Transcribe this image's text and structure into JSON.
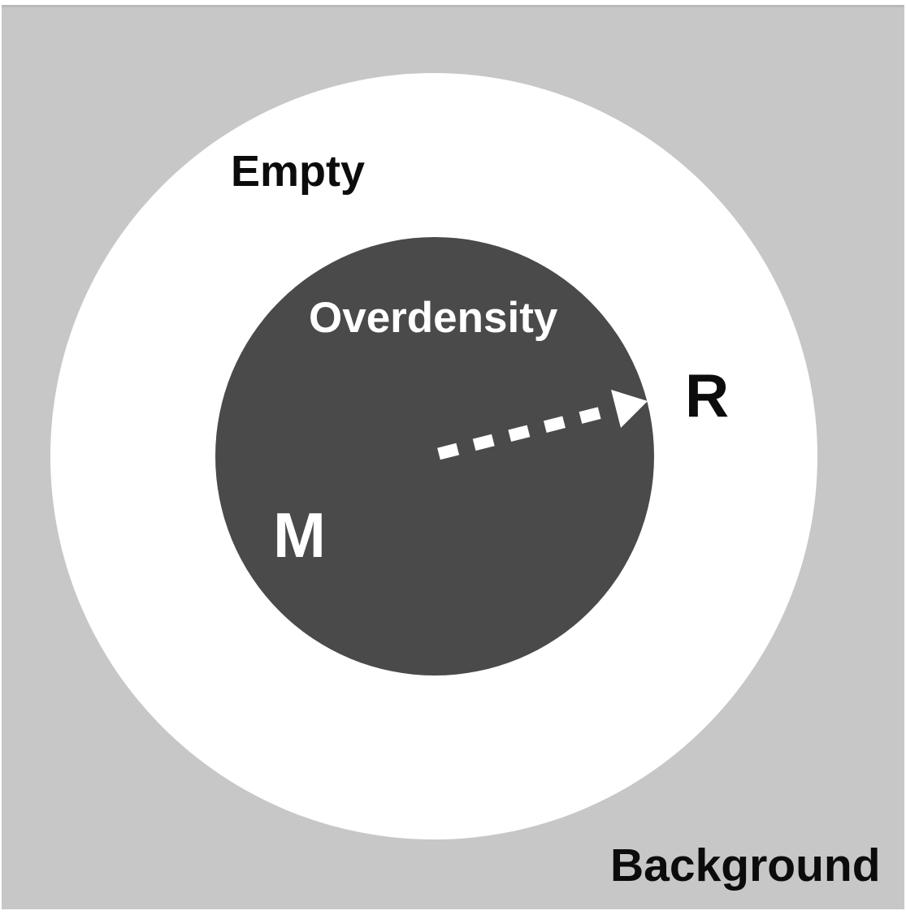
{
  "figure": {
    "type": "concentric-circles-diagram",
    "labels": {
      "empty": "Empty",
      "overdensity": "Overdensity",
      "radius": "R",
      "mass": "M",
      "background": "Background"
    },
    "colors": {
      "field_gray": "#c7c7c7",
      "annulus_white": "#ffffff",
      "overdensity_dark": "#4a4a4a",
      "text_black": "#0c0c0c",
      "text_white": "#ffffff",
      "arrow_white": "#ffffff"
    }
  }
}
